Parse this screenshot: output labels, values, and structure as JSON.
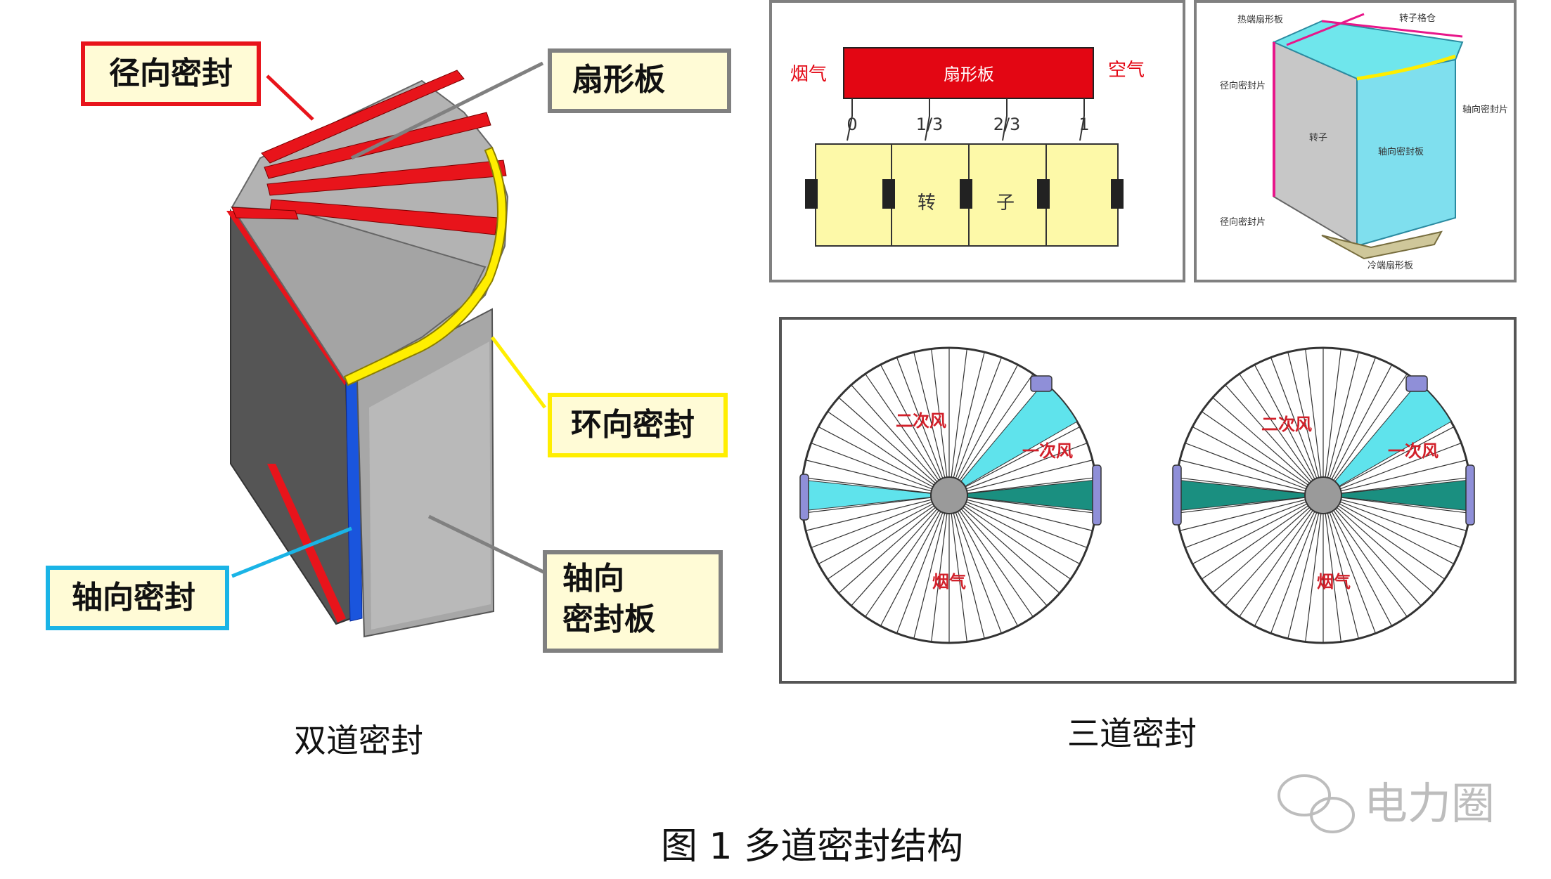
{
  "left": {
    "caption": "双道密封",
    "labels": {
      "radial": "径向密封",
      "sector": "扇形板",
      "circumferential": "环向密封",
      "axial": "轴向密封",
      "axial_plate_line1": "轴向",
      "axial_plate_line2": "密封板"
    }
  },
  "right": {
    "caption": "三道密封",
    "schematic": {
      "flue": "烟气",
      "sector_plate": "扇形板",
      "air": "空气",
      "ticks": [
        "0",
        "1/3",
        "2/3",
        "1"
      ],
      "rotor_left": "转",
      "rotor_right": "子"
    },
    "detail": {
      "hot_sector": "热端扇形板",
      "rotor_center": "转子格仓",
      "radial_top": "径向密封片",
      "axial_strip": "轴向密封片",
      "rotor": "转子",
      "axial_plate": "轴向密封板",
      "radial_bottom": "径向密封片",
      "cold_sector": "冷端扇形板"
    },
    "wheels": {
      "secondary": "二次风",
      "primary": "一次风",
      "flue": "烟气"
    }
  },
  "figure_caption": "图 1 多道密封结构",
  "watermark": "电力圈",
  "colors": {
    "red": "#e8141b",
    "yellow": "#ffee00",
    "cyan": "#1ab4e6",
    "gray_border": "#808080",
    "label_bg": "#fffbd6",
    "teal": "#1a8f80",
    "light_cyan": "#5fe3ec"
  }
}
